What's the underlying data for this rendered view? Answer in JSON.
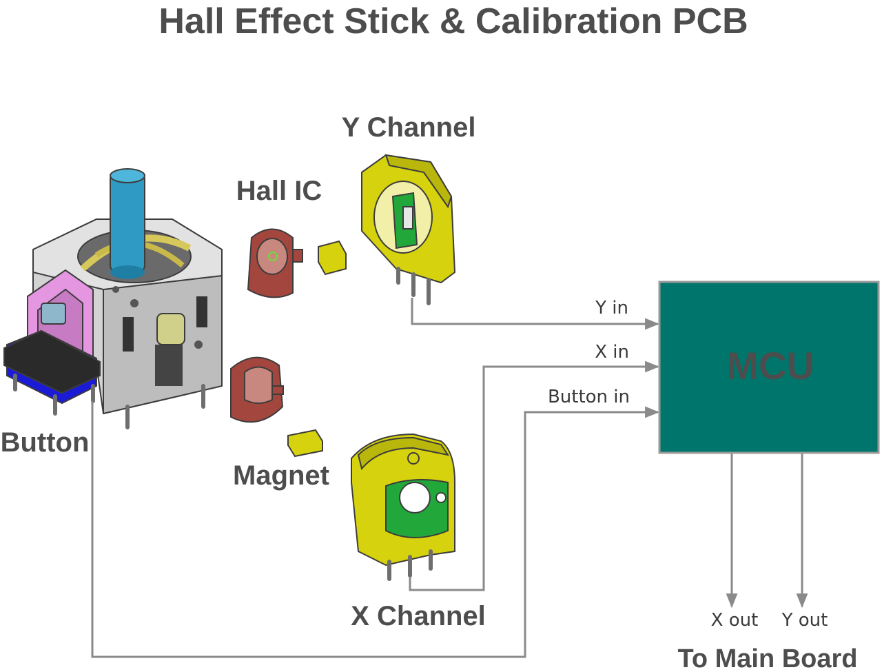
{
  "title": "Hall Effect Stick & Calibration PCB",
  "labels": {
    "y_channel": "Y Channel",
    "hall_ic": "Hall IC",
    "button": "Button",
    "magnet": "Magnet",
    "x_channel": "X Channel",
    "to_main_board": "To Main Board"
  },
  "signals": {
    "y_in": "Y in",
    "x_in": "X in",
    "button_in": "Button in",
    "x_out": "X out",
    "y_out": "Y out"
  },
  "mcu": {
    "label": "MCU",
    "fill": "#00756b",
    "text_color": "#0c4f48"
  },
  "colors": {
    "housing_yellow": "#d6d20e",
    "pcb_green": "#22a83a",
    "stick_blue": "#2f9bc4",
    "button_pink": "#e596e0",
    "button_base": "#1b1bd6",
    "brown_part": "#a3463d",
    "frame_gray": "#d3d3d3"
  }
}
